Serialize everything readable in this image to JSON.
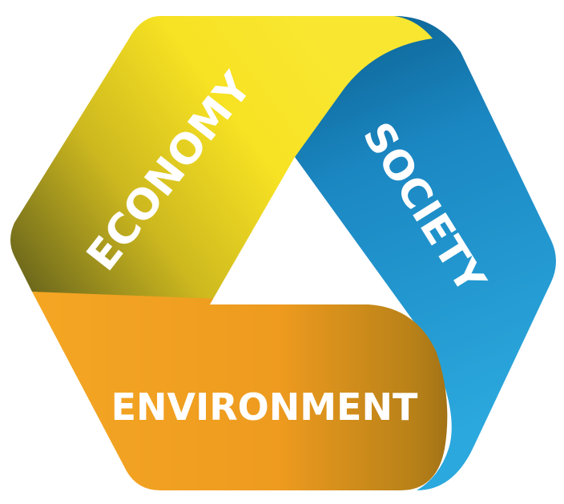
{
  "diagram": {
    "labels": {
      "economy": "ECONOMY",
      "society": "SOCIETY",
      "environment": "ENVIRONMENT"
    },
    "colors": {
      "economy_light": "#f7e223",
      "economy_mid": "#e8cf1a",
      "economy_dark": "#6f6a1c",
      "society_light": "#2ba8dd",
      "society_dark": "#0f6a9c",
      "environment_light": "#f4a623",
      "environment_mid": "#ee9b1f",
      "environment_dark": "#8e6614",
      "center": "#ffffff"
    }
  }
}
